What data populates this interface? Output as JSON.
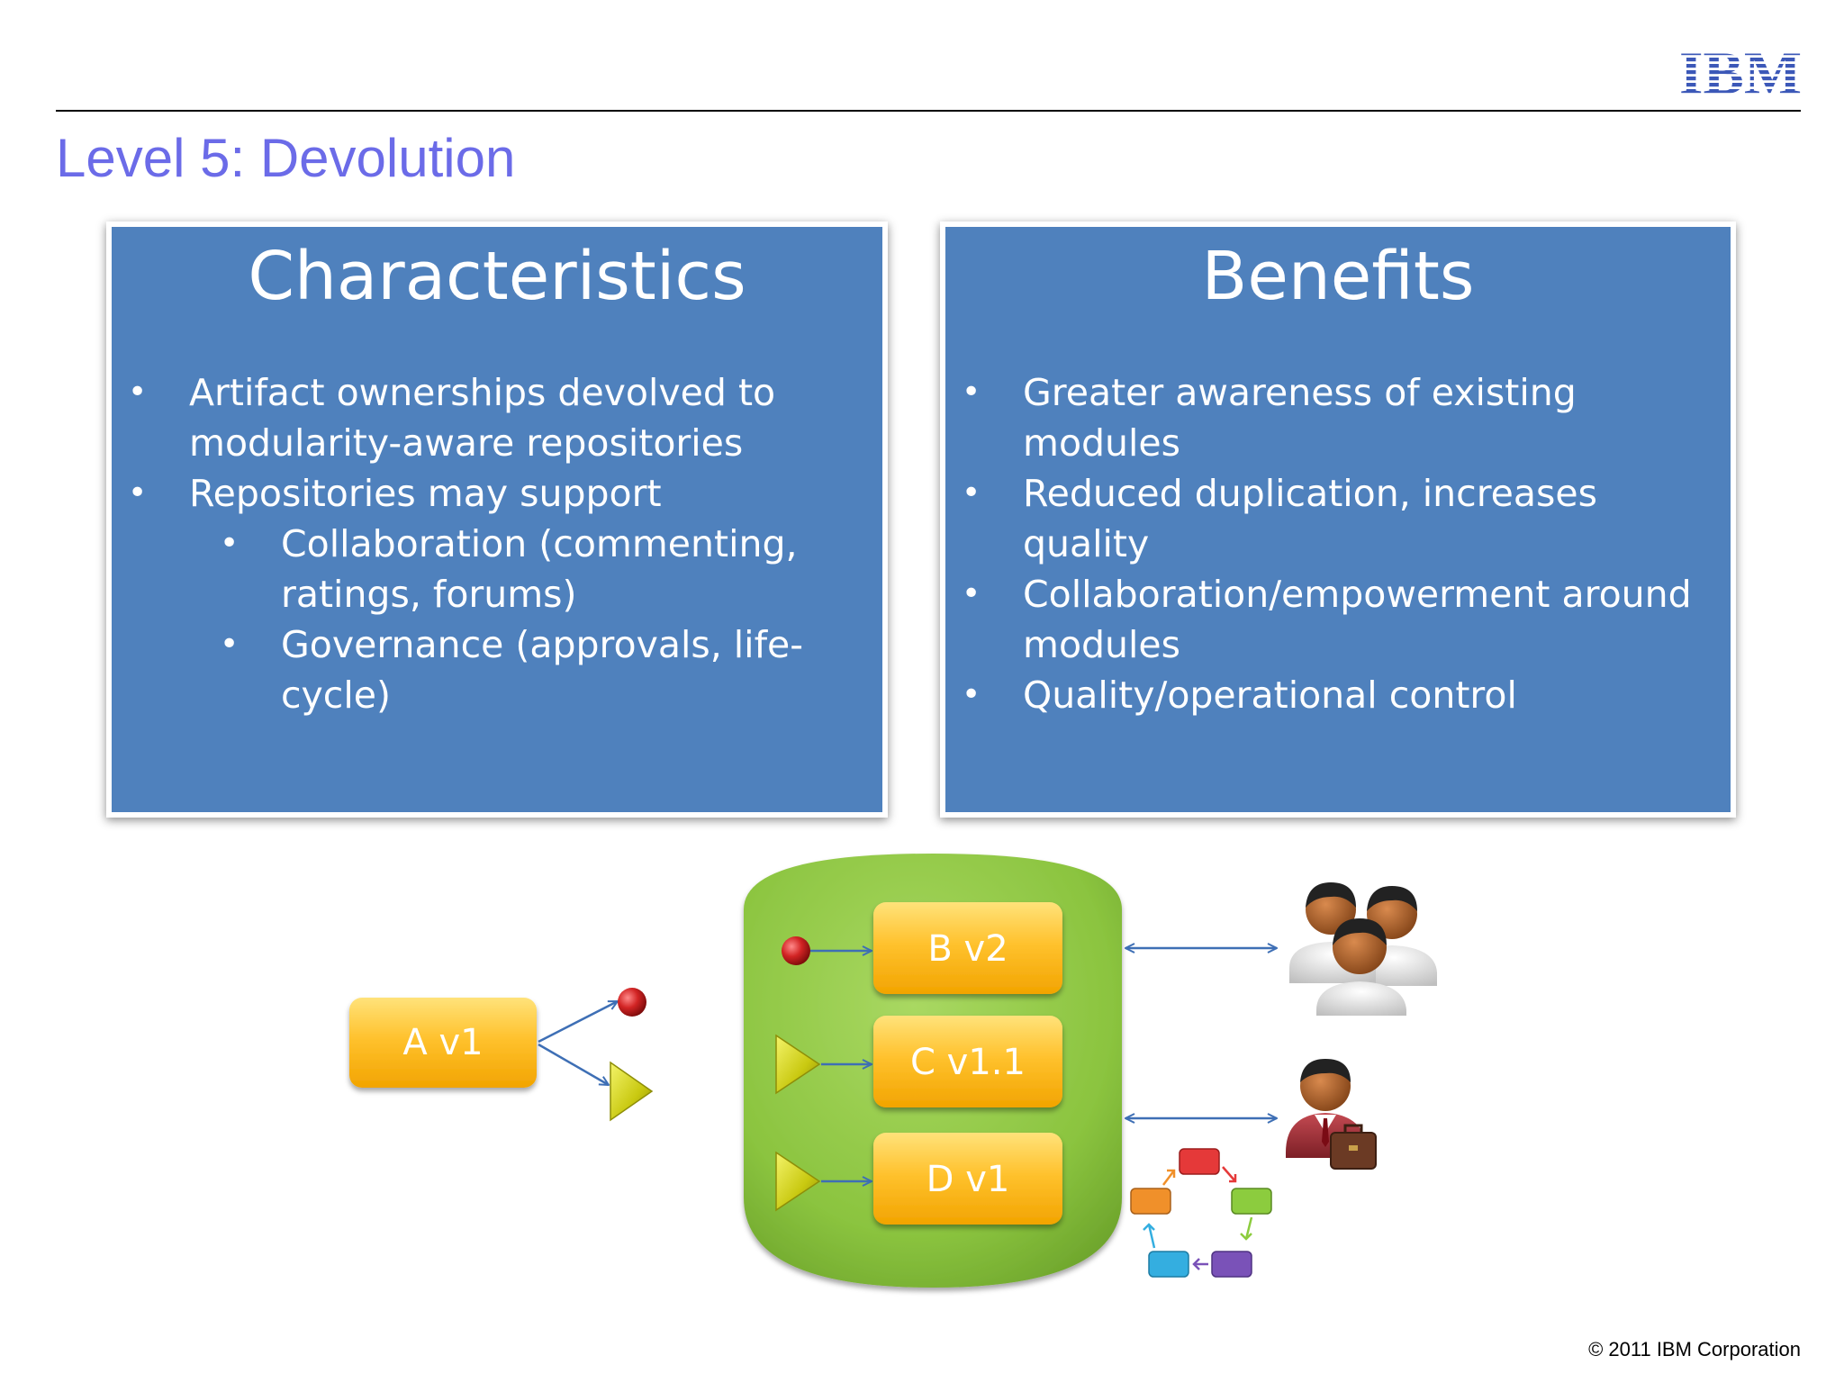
{
  "header": {
    "logo_text": "IBM",
    "title": "Level 5: Devolution",
    "title_color": "#6b6be8"
  },
  "colors": {
    "panel_fill": "#4f81bd",
    "module_box": "#ffbe2d",
    "repository": "#8dc63f"
  },
  "panels": {
    "characteristics": {
      "heading": "Characteristics",
      "bullets": [
        {
          "level": 1,
          "text": "Artifact ownerships devolved to modularity-aware repositories"
        },
        {
          "level": 1,
          "text": "Repositories may support"
        },
        {
          "level": 2,
          "text": "Collaboration (commenting, ratings, forums)"
        },
        {
          "level": 2,
          "text": "Governance (approvals, life-cycle)"
        }
      ]
    },
    "benefits": {
      "heading": "Benefits",
      "bullets": [
        {
          "level": 1,
          "text": "Greater awareness of existing modules"
        },
        {
          "level": 1,
          "text": "Reduced duplication, increases quality"
        },
        {
          "level": 1,
          "text": "Collaboration/empowerment around modules"
        },
        {
          "level": 1,
          "text": "Quality/operational control"
        }
      ]
    }
  },
  "diagram": {
    "external_module": "A v1",
    "repository_modules": [
      "B v2",
      "C v1.1",
      "D v1"
    ],
    "icons": [
      "people-group-icon",
      "businessman-icon",
      "lifecycle-cycle-icon",
      "red-dot-icon",
      "yellow-triangle-icon"
    ]
  },
  "footer": {
    "copyright": "© 2011 IBM Corporation"
  }
}
